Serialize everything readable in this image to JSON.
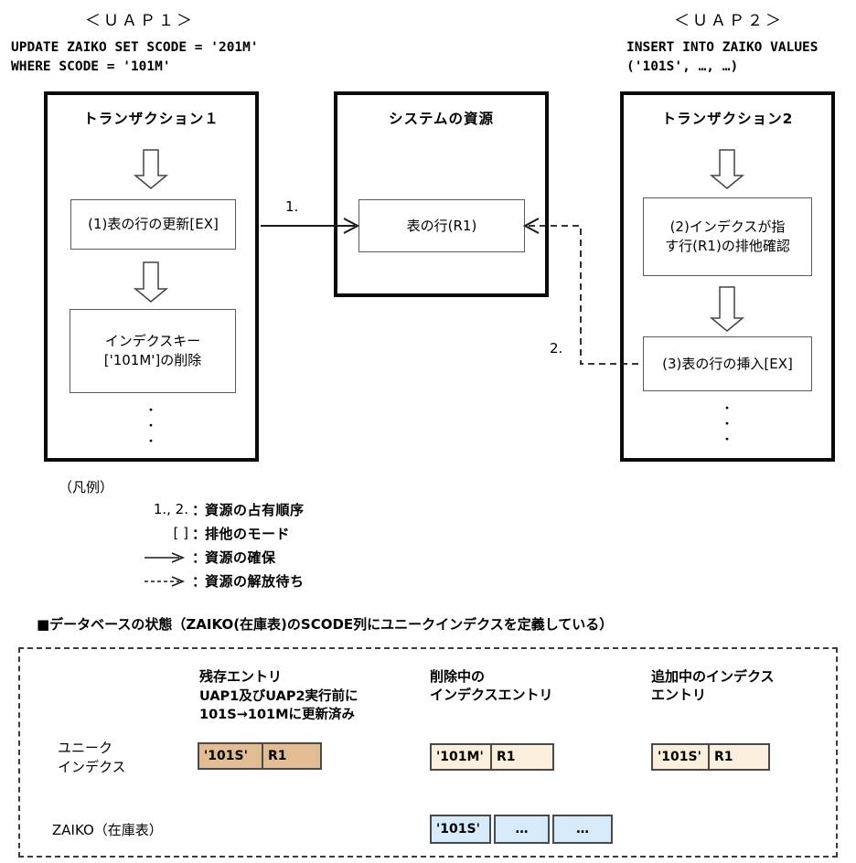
{
  "uap1": {
    "title": "＜ＵＡＰ１＞",
    "sql_line1": "UPDATE ZAIKO SET SCODE = '201M'",
    "sql_line2": "WHERE SCODE = '101M'"
  },
  "uap2": {
    "title": "＜ＵＡＰ２＞",
    "sql_line1": "INSERT INTO ZAIKO VALUES",
    "sql_line2": "('101S', …, …)"
  },
  "transaction1": {
    "title": "トランザクション１",
    "step1": "(1)表の行の更新[EX]",
    "step2": "インデクスキー\n['101M']の削除",
    "dots": "・\n・\n・"
  },
  "system_resource": {
    "title": "システムの資源",
    "resource": "表の行(R1)"
  },
  "transaction2": {
    "title": "トランザクション2",
    "step1": "(2)インデクスが指\nす行(R1)の排他確認",
    "step2": "(3)表の行の挿入[EX]",
    "dots": "・\n・\n・"
  },
  "connectors": {
    "label1": "1.",
    "label2": "2."
  },
  "legend": {
    "title": "（凡例）",
    "separator": "：",
    "rows": [
      {
        "symbol": "1., 2.",
        "label": "資源の占有順序"
      },
      {
        "symbol": "[ ]",
        "label": "排他のモード"
      },
      {
        "symbol_icon": "solid-arrow-icon",
        "label": "資源の確保"
      },
      {
        "symbol_icon": "dashed-arrow-icon",
        "label": "資源の解放待ち"
      }
    ]
  },
  "db_state": {
    "title": "■データベースの状態（ZAIKO(在庫表)のSCODE列にユニークインデクスを定義している）",
    "columns": [
      {
        "title": "残存エントリ",
        "subtitle": "UAP1及びUAP2実行前に\n101S→101Mに更新済み"
      },
      {
        "title": "削除中の\nインデクスエントリ"
      },
      {
        "title": "追加中のインデクス\nエントリ"
      }
    ],
    "unique_index_label": "ユニーク\nインデクス",
    "zaiko_label": "ZAIKO（在庫表）",
    "entries": {
      "surviving": {
        "key": "'101S'",
        "ref": "R1"
      },
      "deleting": {
        "key": "'101M'",
        "ref": "R1"
      },
      "adding": {
        "key": "'101S'",
        "ref": "R1"
      }
    },
    "zaiko_row": [
      "'101S'",
      "…",
      "…"
    ],
    "colors": {
      "surviving_bg": "#e2bd93",
      "entry_bg": "#fbeedd",
      "zaiko_bg": "#d7eafa"
    }
  }
}
